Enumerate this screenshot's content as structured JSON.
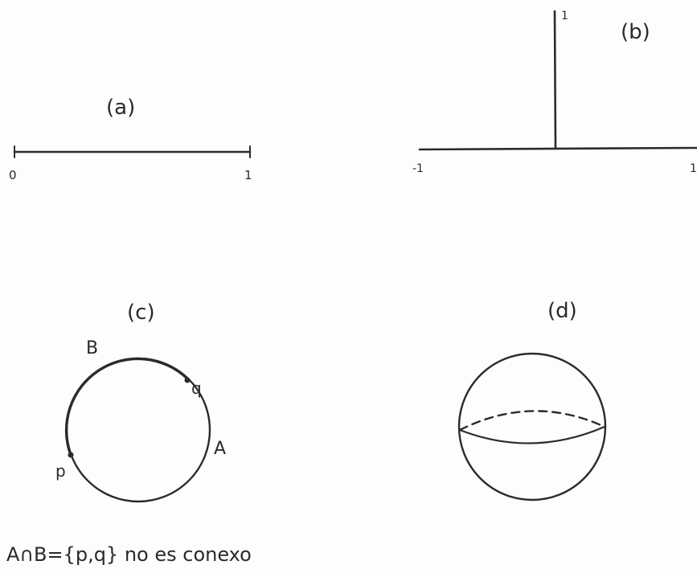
{
  "panel_a": {
    "label": "(a)",
    "left_tick": "0",
    "right_tick": "1"
  },
  "panel_b": {
    "label": "(b)",
    "left_tick": "-1",
    "right_tick": "1",
    "top_tick": "1"
  },
  "panel_c": {
    "label": "(c)",
    "arc_b_label": "B",
    "arc_a_label": "A",
    "point_p_label": "p",
    "point_q_label": "q",
    "caption": "A∩B={p,q} no es conexo"
  },
  "panel_d": {
    "label": "(d)"
  }
}
